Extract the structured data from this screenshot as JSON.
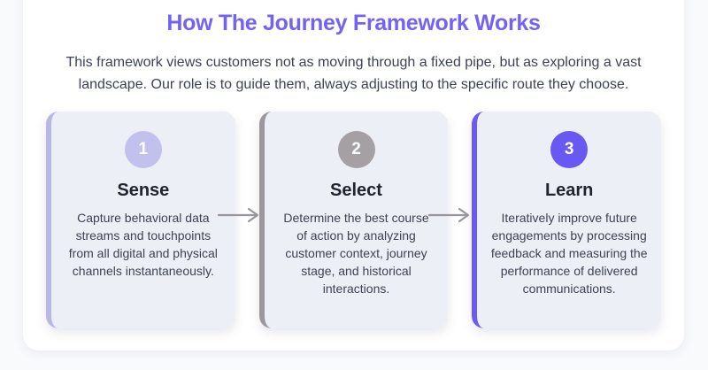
{
  "header": {
    "title": "How The Journey Framework Works",
    "subtitle_lines": [
      "This framework views customers not as moving through a fixed pipe, but as exploring a vast",
      "landscape. Our role is to guide them, always adjusting to the specific route they choose."
    ]
  },
  "steps": [
    {
      "number": "1",
      "title": "Sense",
      "description": "Capture behavioral data streams and touchpoints from all digital and physical channels instantaneously.",
      "accent_color": "#b9b7e4",
      "badge_color": "#c2c0ec"
    },
    {
      "number": "2",
      "title": "Select",
      "description": "Determine the best course of action by analyzing customer context, journey stage, and historical interactions.",
      "accent_color": "#9c979c",
      "badge_color": "#a5a0a4"
    },
    {
      "number": "3",
      "title": "Learn",
      "description": "Iteratively improve future engagements by processing feedback and measuring the performance of delivered communications.",
      "accent_color": "#6a58f8",
      "badge_color": "#6a58f2"
    }
  ],
  "colors": {
    "page_bg": "#f9fafc",
    "panel_bg": "#ffffff",
    "card_bg": "#edeff6",
    "title": "#7263f2",
    "subtitle_text": "#3e4353",
    "card_title_text": "#20242f",
    "card_body_text": "#3d4353",
    "arrow": "#97949c"
  }
}
